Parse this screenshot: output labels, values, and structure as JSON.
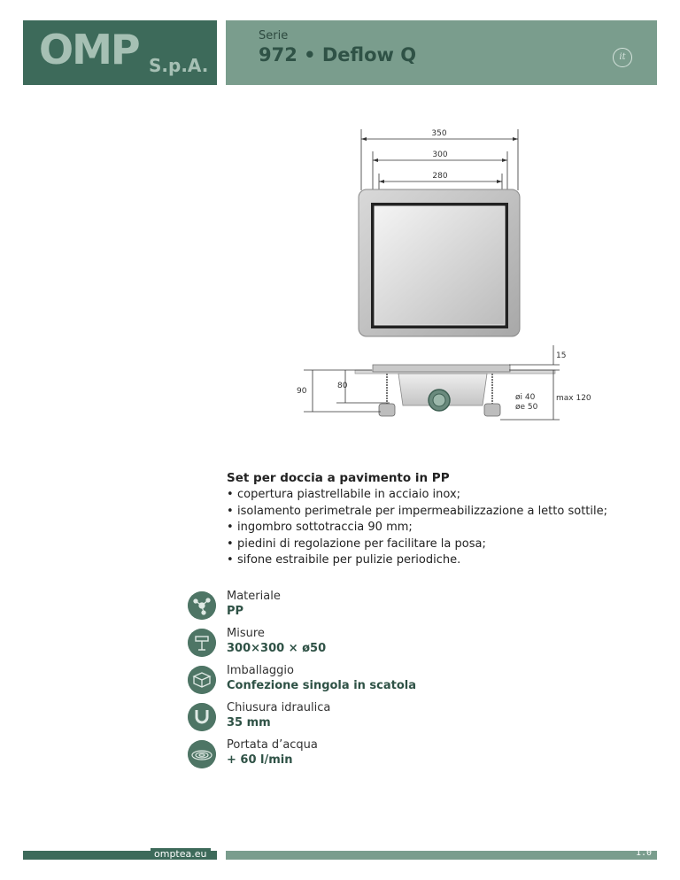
{
  "brand": {
    "logo_main": "OMP",
    "logo_sub": "S.p.A."
  },
  "header": {
    "series_label": "Serie",
    "model": "972 • Deflow Q",
    "language": "it"
  },
  "drawing": {
    "top_dims": [
      "350",
      "300",
      "280"
    ],
    "side_dims": {
      "height_total": "90",
      "height_body": "80",
      "cover": "15",
      "max": "max 120",
      "inner_dia": "øi  40",
      "outer_dia": "øe 50"
    }
  },
  "description": {
    "title": "Set per doccia a pavimento in PP",
    "items": [
      "copertura piastrellabile in acciaio inox;",
      "isolamento perimetrale per impermeabilizzazione a letto sottile;",
      "ingombro sottotraccia 90 mm;",
      "piedini di regolazione per facilitare la posa;",
      "sifone estraibile per pulizie periodiche."
    ]
  },
  "specs": [
    {
      "label": "Materiale",
      "value": "PP",
      "icon": "material-icon"
    },
    {
      "label": "Misure",
      "value": "300×300 × ø50",
      "icon": "measure-icon"
    },
    {
      "label": "Imballaggio",
      "value": "Confezione singola in scatola",
      "icon": "package-icon"
    },
    {
      "label": "Chiusura idraulica",
      "value": "35 mm",
      "icon": "trap-icon"
    },
    {
      "label": "Portata d’acqua",
      "value": "+ 60 l/min",
      "icon": "flow-icon"
    }
  ],
  "footer": {
    "site": "omptea.eu",
    "version": "1.0"
  },
  "colors": {
    "dark_green": "#3d6a5a",
    "mid_green": "#7a9d8d",
    "text_green": "#2f5246"
  }
}
